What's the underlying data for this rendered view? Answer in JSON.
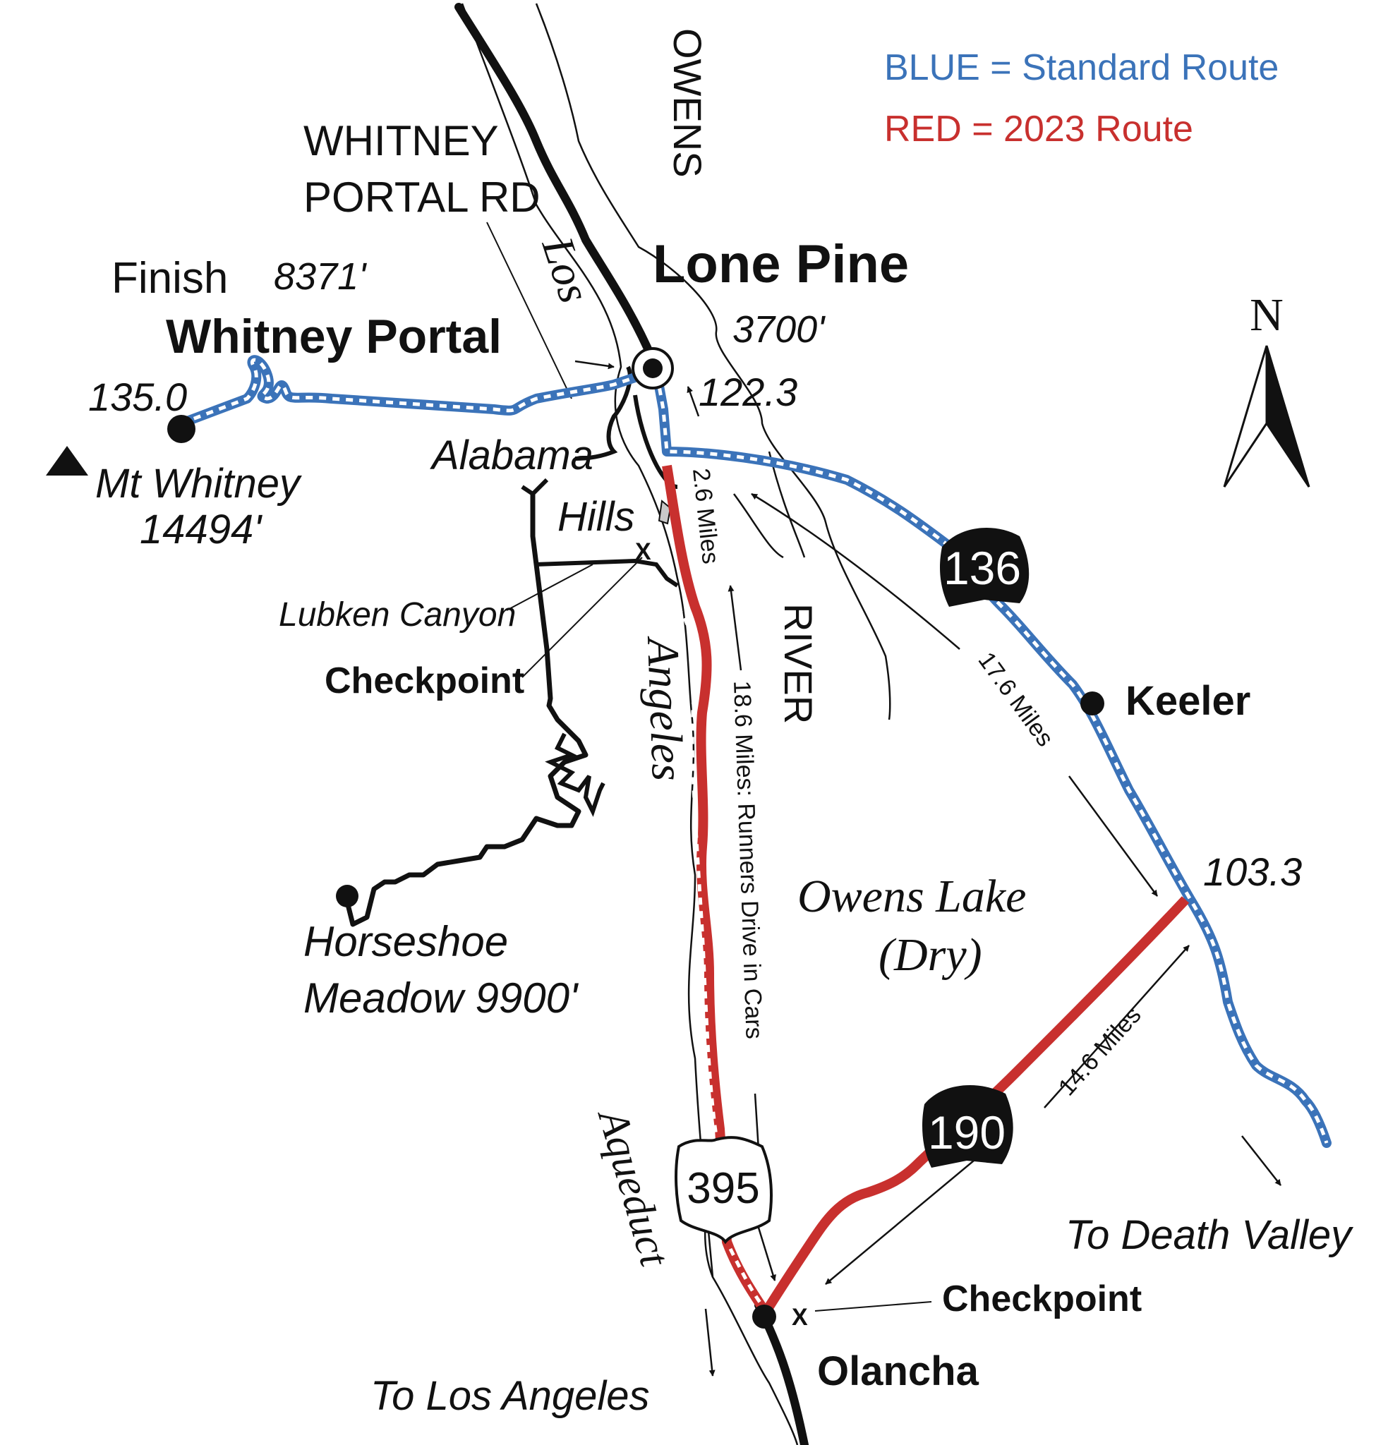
{
  "legend": {
    "blue": {
      "text": "BLUE = Standard Route",
      "color": "#3b73b9"
    },
    "red": {
      "text": "RED = 2023 Route",
      "color": "#c8302e"
    }
  },
  "north": {
    "label": "N"
  },
  "places": {
    "lone_pine": "Lone Pine",
    "lone_pine_elev": "3700'",
    "whitney_portal": "Whitney Portal",
    "finish": "Finish",
    "portal_elev": "8371'",
    "mile_135": "135.0",
    "mile_122": "122.3",
    "mile_103": "103.3",
    "mt_whitney": "Mt Whitney",
    "mt_whitney_elev": "14494'",
    "alabama": "Alabama",
    "hills": "Hills",
    "lubken": "Lubken Canyon",
    "checkpoint_north": "Checkpoint",
    "checkpoint_south": "Checkpoint",
    "checkpoint_mark_north": "X",
    "checkpoint_mark_south": "X",
    "horseshoe_1": "Horseshoe",
    "horseshoe_2": "Meadow 9900'",
    "keeler": "Keeler",
    "olancha": "Olancha",
    "to_la": "To Los Angeles",
    "to_dv": "To Death Valley",
    "owens_lake_1": "Owens Lake",
    "owens_lake_2": "(Dry)",
    "owens": "OWENS",
    "river": "RIVER",
    "los": "Los",
    "angeles": "Angeles",
    "aqueduct": "Aqueduct",
    "whitney_rd_1": "WHITNEY",
    "whitney_rd_2": "PORTAL RD"
  },
  "distances": {
    "d26": "2.6 Miles",
    "d186": "18.6 Miles: Runners Drive in Cars",
    "d176": "17.6 Miles",
    "d146": "14.6 Miles"
  },
  "shields": {
    "r136": "136",
    "r190": "190",
    "r395": "395"
  }
}
